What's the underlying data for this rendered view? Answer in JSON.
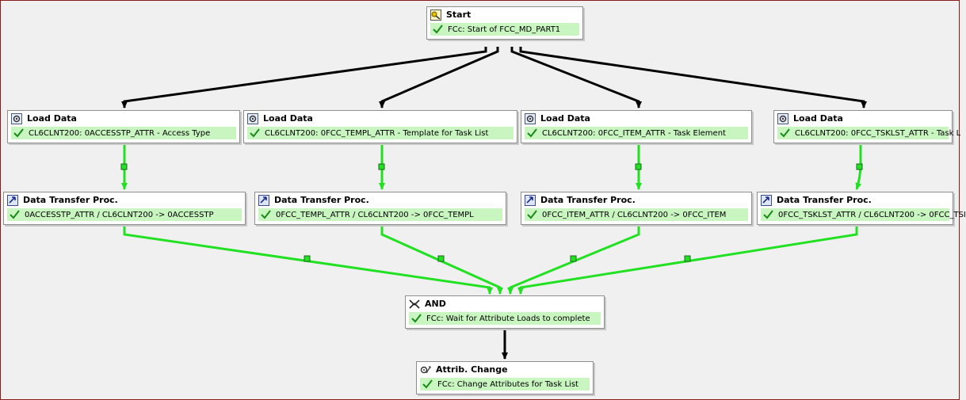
{
  "nodes": {
    "start": {
      "title": "Start",
      "desc": "FCc: Start of FCC_MD_PART1",
      "icon": "start-icon"
    },
    "load_1": {
      "title": "Load Data",
      "desc": "CL6CLNT200: 0ACCESSTP_ATTR - Access Type",
      "icon": "load-data-icon"
    },
    "load_2": {
      "title": "Load Data",
      "desc": "CL6CLNT200: 0FCC_TEMPL_ATTR - Template for Task List",
      "icon": "load-data-icon"
    },
    "load_3": {
      "title": "Load Data",
      "desc": "CL6CLNT200: 0FCC_ITEM_ATTR - Task Element",
      "icon": "load-data-icon"
    },
    "load_4": {
      "title": "Load Data",
      "desc": "CL6CLNT200: 0FCC_TSKLST_ATTR - Task L",
      "icon": "load-data-icon"
    },
    "dtp_1": {
      "title": "Data Transfer Proc.",
      "desc": "0ACCESSTP_ATTR / CL6CLNT200 -> 0ACCESSTP",
      "icon": "data-transfer-icon"
    },
    "dtp_2": {
      "title": "Data Transfer Proc.",
      "desc": "0FCC_TEMPL_ATTR / CL6CLNT200 -> 0FCC_TEMPL",
      "icon": "data-transfer-icon"
    },
    "dtp_3": {
      "title": "Data Transfer Proc.",
      "desc": "0FCC_ITEM_ATTR / CL6CLNT200 -> 0FCC_ITEM",
      "icon": "data-transfer-icon"
    },
    "dtp_4": {
      "title": "Data Transfer Proc.",
      "desc": "0FCC_TSKLST_ATTR / CL6CLNT200 -> 0FCC_TSI",
      "icon": "data-transfer-icon"
    },
    "and": {
      "title": "AND",
      "desc": "FCc: Wait for Attribute Loads to complete",
      "icon": "and-icon"
    },
    "attrib": {
      "title": "Attrib. Change",
      "desc": "FCc: Change Attributes for Task List",
      "icon": "attrib-change-icon"
    }
  },
  "colors": {
    "success_fill": "#c8f5c0",
    "success_wire": "#22e022",
    "plain_wire": "#000000",
    "check": "#1a8a1a",
    "frame": "#8b1a1a"
  }
}
